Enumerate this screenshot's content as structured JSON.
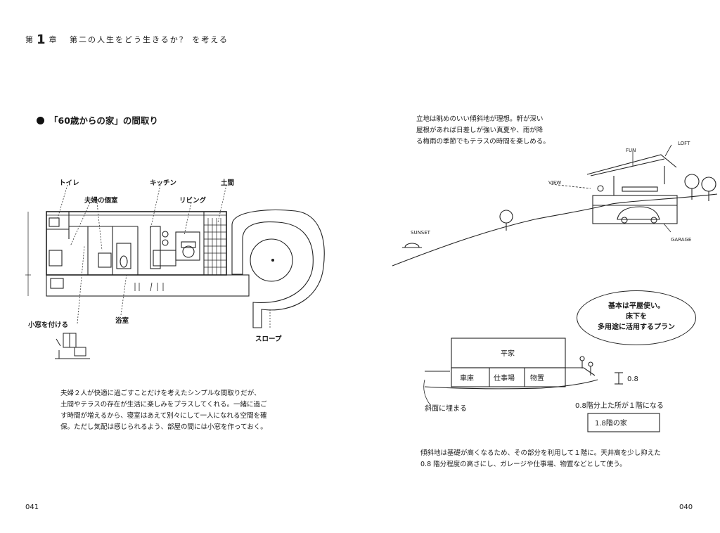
{
  "header": {
    "chapter_prefix": "第",
    "chapter_num": "1",
    "chapter_suffix": "章",
    "title": "第二の人生をどう生きるか？ を考える"
  },
  "section": {
    "title": "「60歳からの家」の間取り"
  },
  "plan_labels": {
    "toilet": "トイレ",
    "kitchen": "キッチン",
    "doma": "土間",
    "bedroom": "夫婦の個室",
    "living": "リビング",
    "small_window": "小窓を付ける",
    "bath": "浴室",
    "slope": "スロープ"
  },
  "left_text": [
    "夫婦２人が快適に過ごすことだけを考えたシンプルな間取りだが、",
    "土間やテラスの存在が生活に楽しみをプラスしてくれる。一緒に過ご",
    "す時間が増えるから、寝室はあえて別々にして一人になれる空間を確",
    "保。ただし気配は感じられるよう、部屋の間には小窓を作っておく。"
  ],
  "right_top_text": [
    "立地は眺めのいい傾斜地が理想。軒が深い",
    "屋根があれば日差しが強い真夏や、雨が降",
    "る梅雨の季節でもテラスの時間を楽しめる。"
  ],
  "sketch_labels": {
    "fun": "FUN",
    "loft": "LOFT",
    "view": "VIEW",
    "sunset": "SUNSET",
    "garage": "GARAGE",
    "hiraya": "平家",
    "shoko": "車庫",
    "shigoto": "仕事場",
    "mono": "物置",
    "height": "0.8",
    "slope_note": "斜面に埋まる",
    "note_08": "0.8階分上た所が１階になる",
    "box_label": "1.8階の家"
  },
  "oval_text": [
    "基本は平屋使い。",
    "床下を",
    "多用途に活用するプラン"
  ],
  "right_bottom_text": [
    "傾斜地は基礎が高くなるため、その部分を利用して１階に。天井高を少し抑えた",
    "0.8 階分程度の高さにし、ガレージや仕事場、物置などとして使う。"
  ],
  "page_left": "041",
  "page_right": "040"
}
